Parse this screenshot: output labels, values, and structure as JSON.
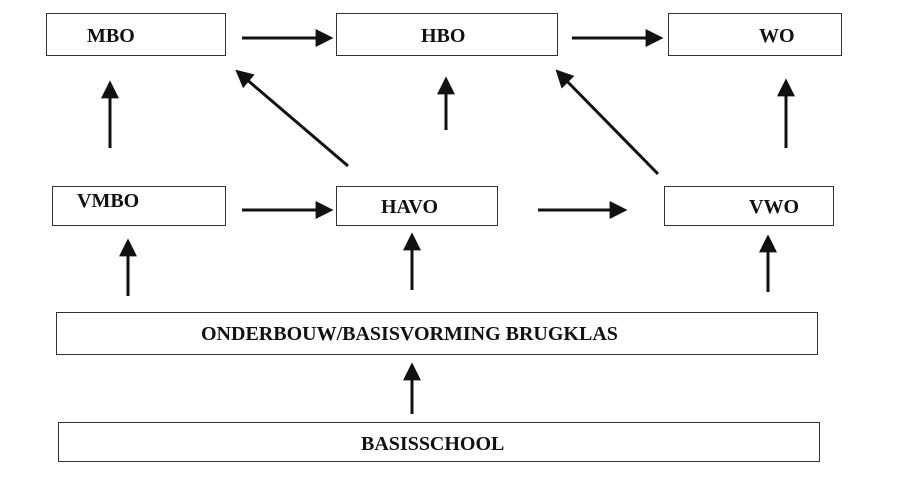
{
  "diagram": {
    "nodes": {
      "mbo": "MBO",
      "hbo": "HBO",
      "wo": "WO",
      "vmbo": "VMBO",
      "havo": "HAVO",
      "vwo": "VWO",
      "onderbouw": "ONDERBOUW/BASISVORMING BRUGKLAS",
      "basisschool": "BASISSCHOOL"
    },
    "edges": [
      {
        "from": "basisschool",
        "to": "onderbouw"
      },
      {
        "from": "onderbouw",
        "to": "vmbo"
      },
      {
        "from": "onderbouw",
        "to": "havo"
      },
      {
        "from": "onderbouw",
        "to": "vwo"
      },
      {
        "from": "vmbo",
        "to": "havo"
      },
      {
        "from": "havo",
        "to": "vwo"
      },
      {
        "from": "vmbo",
        "to": "mbo"
      },
      {
        "from": "havo",
        "to": "hbo"
      },
      {
        "from": "vwo",
        "to": "wo"
      },
      {
        "from": "havo",
        "to": "mbo"
      },
      {
        "from": "vwo",
        "to": "hbo"
      },
      {
        "from": "mbo",
        "to": "hbo"
      },
      {
        "from": "hbo",
        "to": "wo"
      }
    ],
    "colors": {
      "line": "#111111",
      "box_border": "#333333",
      "text": "#111111"
    }
  }
}
